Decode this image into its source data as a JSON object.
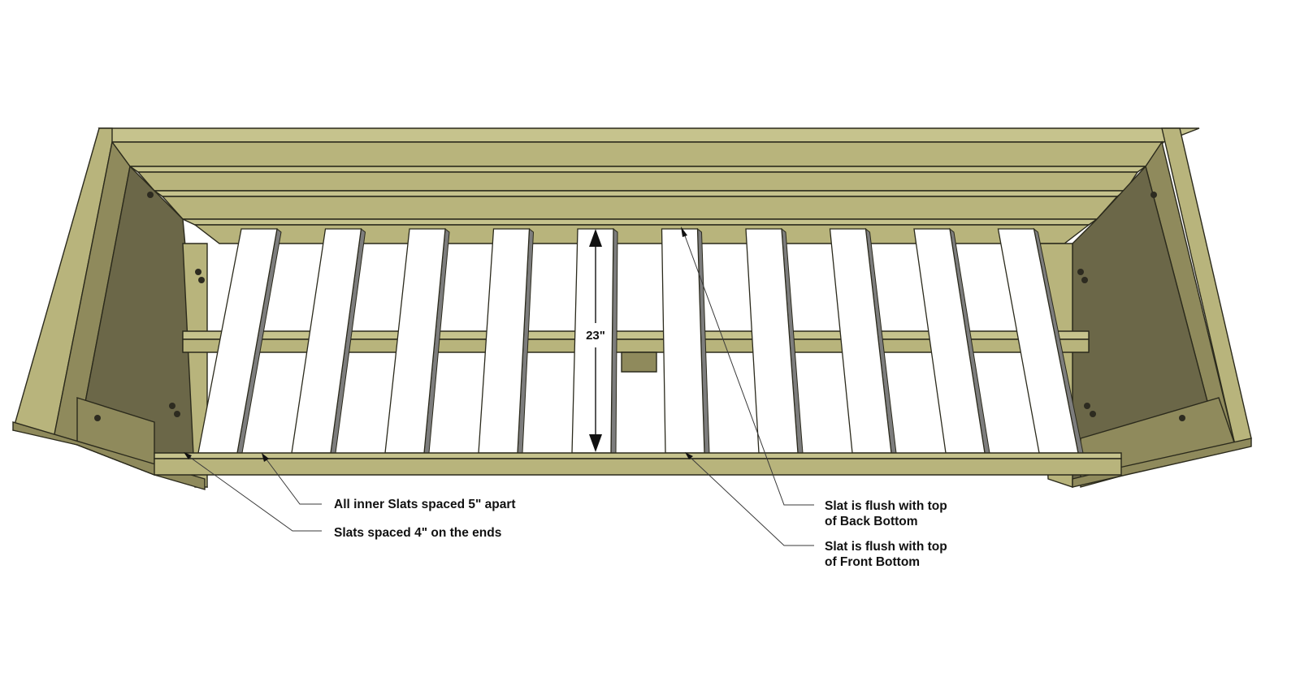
{
  "diagram": {
    "dimension_label": "23\"",
    "callouts": {
      "inner_slats": "All inner Slats spaced 5\" apart",
      "end_slats": "Slats spaced 4\" on the ends",
      "back_bottom_line1": "Slat is flush with top",
      "back_bottom_line2": "of Back Bottom",
      "front_bottom_line1": "Slat is flush with top",
      "front_bottom_line2": "of Front Bottom"
    },
    "slat_count": 10,
    "colors": {
      "wood": "#b8b47c",
      "wood_dark": "#6b6748",
      "slat": "#ffffff"
    }
  }
}
